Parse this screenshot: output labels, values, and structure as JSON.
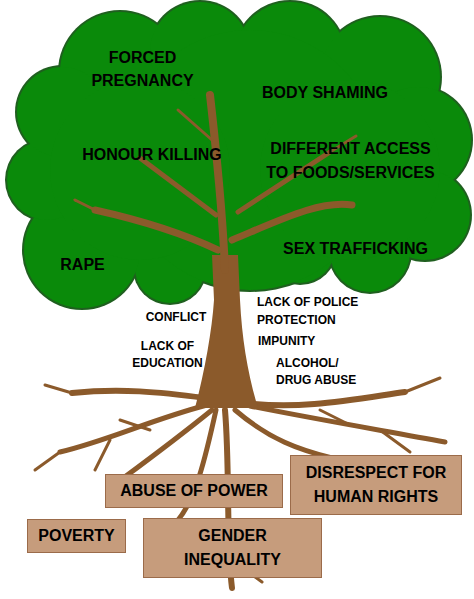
{
  "diagram": {
    "nodes": [
      {
        "text": [
          "ABUSE OF POWER"
        ]
      },
      {
        "text": [
          "DISRESPECT FOR HUMAN RIGHTS"
        ]
      },
      {
        "text": [
          "POVERTY"
        ]
      },
      {
        "text": [
          "GENDER INEQUALITY"
        ]
      }
    ],
    "labels": [
      "FORCED PREGNANCY",
      "BODY SHAMING",
      "HONOUR KILLING",
      "DIFFERENT ACCESS TO FOODS/SERVICES",
      "SEX TRAFFICKING",
      "RAPE",
      "LACK OF POLICE PROTECTION",
      "CONFLICT",
      "IMPUNITY",
      "LACK OF EDUCATION",
      "ALCOHOL/ DRUG ABUSE"
    ]
  }
}
